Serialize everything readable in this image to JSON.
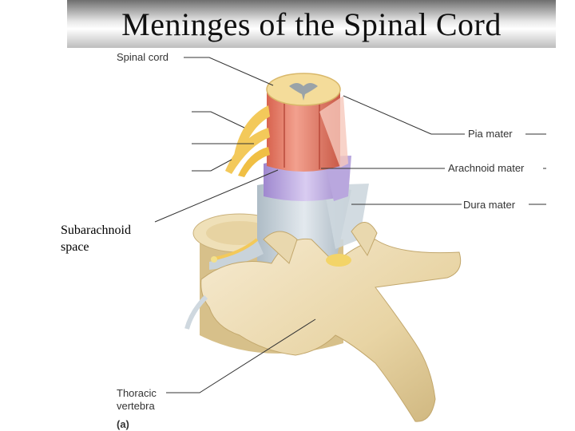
{
  "slide": {
    "title": "Meninges of the Spinal Cord",
    "side_label_line1": "Subarachnoid",
    "side_label_line2": "space"
  },
  "figure": {
    "labels": {
      "spinal_cord": "Spinal cord",
      "pia_mater": "Pia mater",
      "arachnoid_mater": "Arachnoid mater",
      "dura_mater": "Dura mater",
      "thoracic_vertebra_line1": "Thoracic",
      "thoracic_vertebra_line2": "vertebra",
      "panel_letter": "(a)"
    },
    "colors": {
      "spinal_cord_red": "#e07a6a",
      "pia_pink": "#f29a8c",
      "arachnoid_purple": "#b9a7de",
      "dura_gray": "#c9d3da",
      "bone": "#e8d5a8",
      "nerve_yellow": "#f3c95a"
    }
  }
}
